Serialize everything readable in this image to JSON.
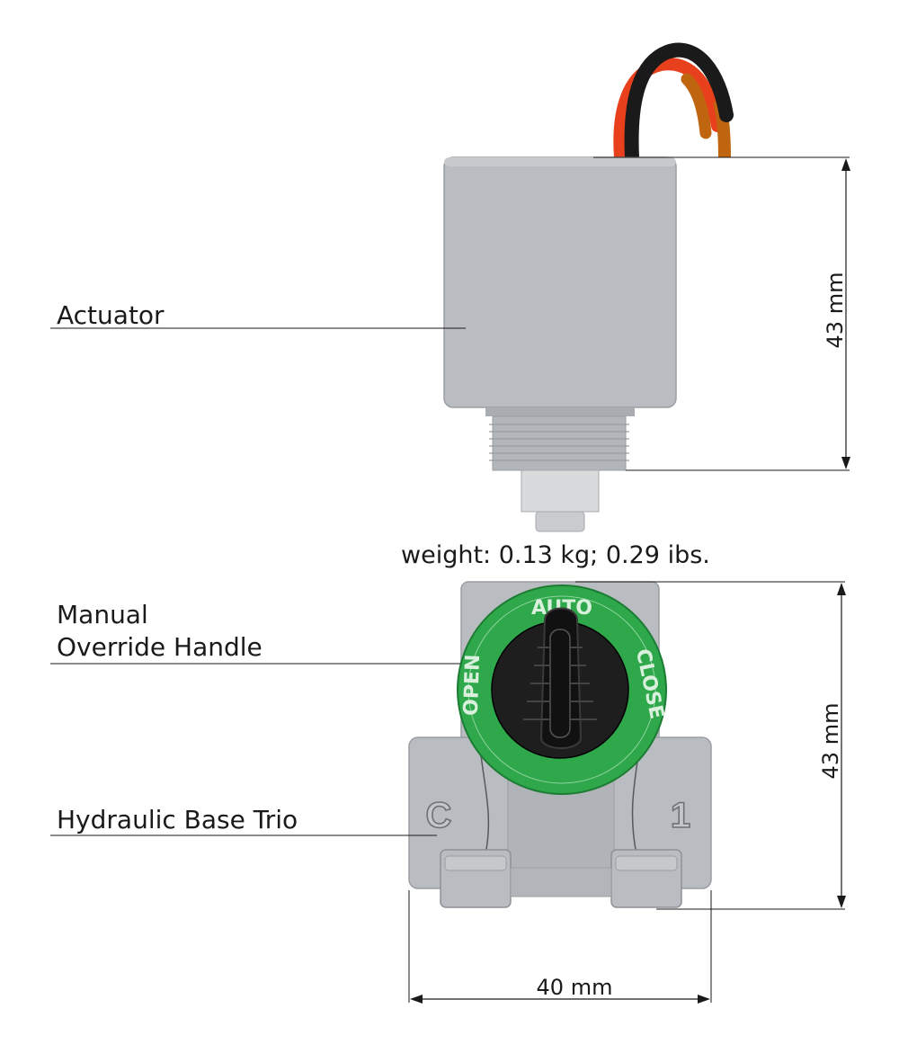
{
  "labels": {
    "actuator": "Actuator",
    "manual_line1": "Manual",
    "manual_line2": "Override Handle",
    "base": "Hydraulic Base Trio",
    "weight": "weight: 0.13 kg; 0.29 ibs."
  },
  "dimensions": {
    "actuator_height": "43 mm",
    "base_height": "43 mm",
    "base_width": "40 mm"
  },
  "dial": {
    "open": "OPEN",
    "auto": "AUTO",
    "close": "CLOSE"
  },
  "base_marks": {
    "left": "C",
    "right": "1"
  },
  "colors": {
    "metal": "#b9bcc0",
    "dial_green": "#2ea84a",
    "knob_black": "#1e1e1e",
    "wire_red": "#e8401c",
    "wire_orange": "#c0650f",
    "wire_black": "#1a1a1a"
  }
}
